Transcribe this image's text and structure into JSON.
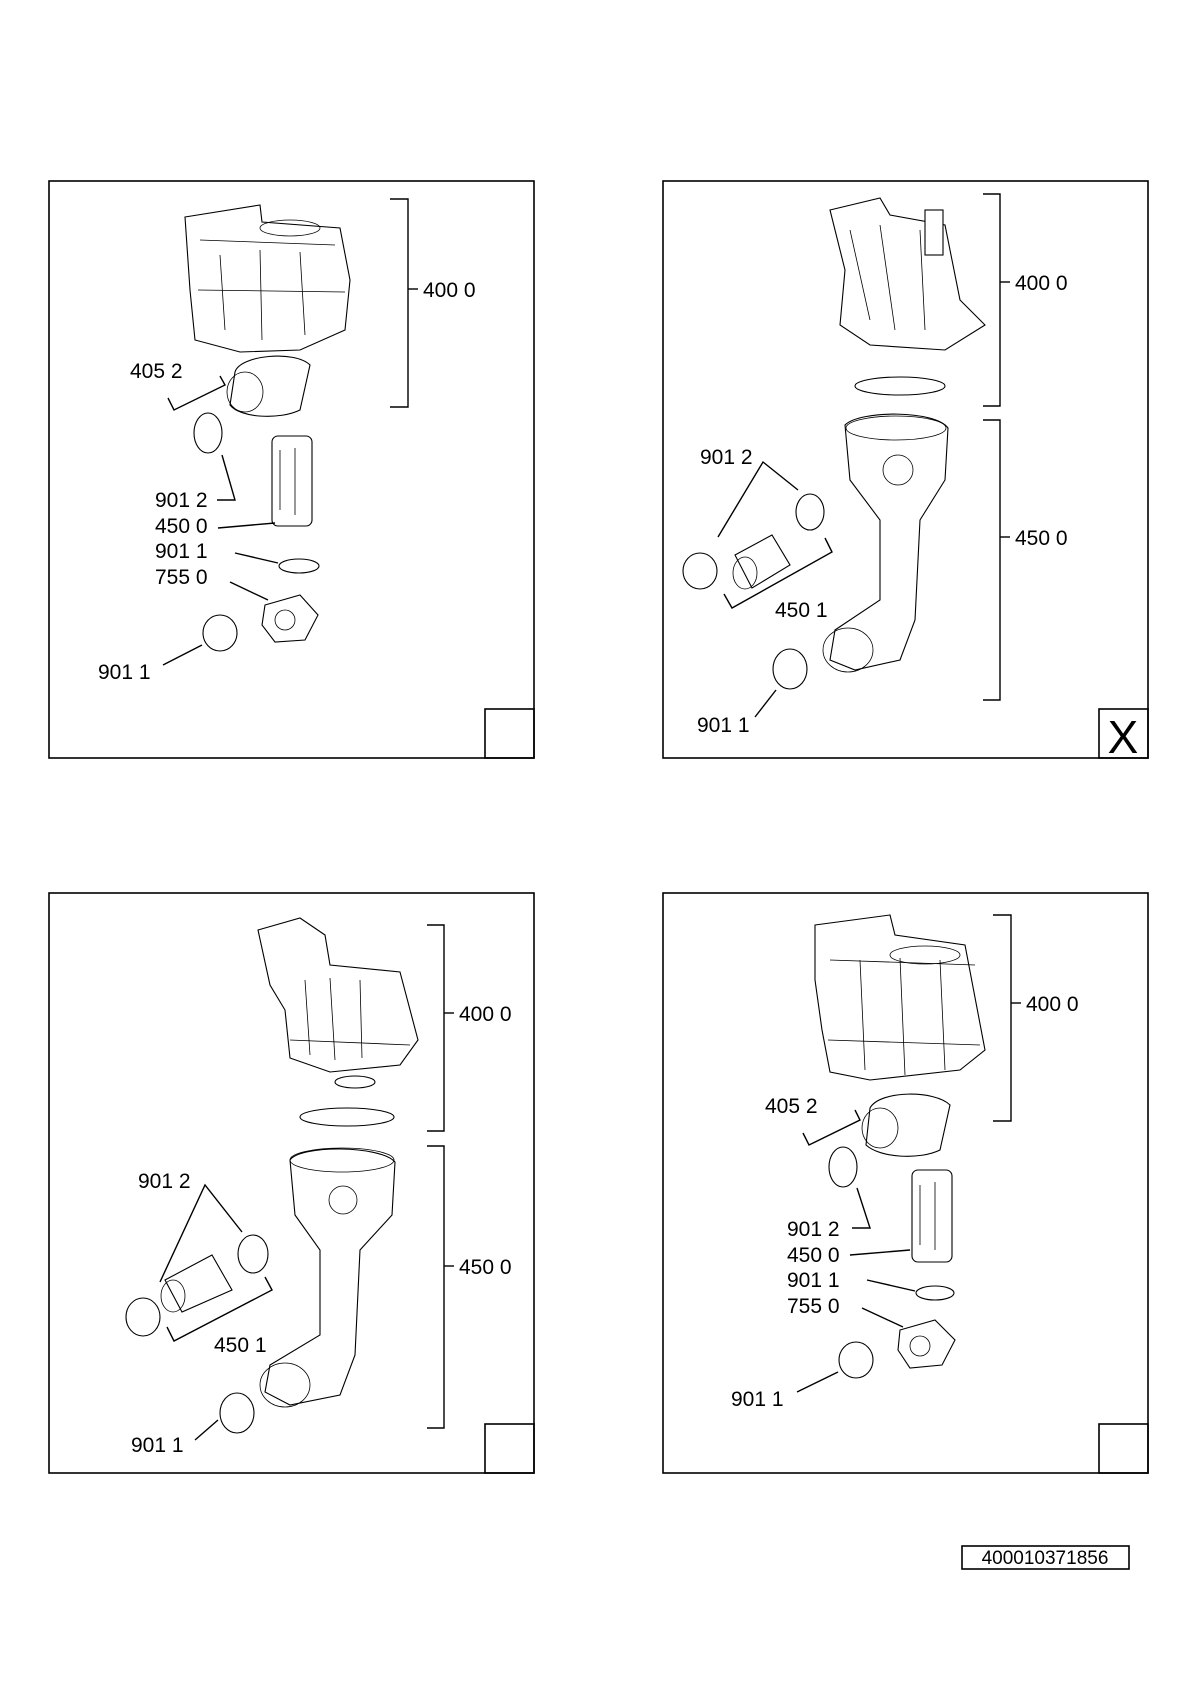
{
  "panels": [
    {
      "id": "top-left",
      "labels": [
        "400 0",
        "405 2",
        "901 2",
        "450 0",
        "901 1",
        "755 0",
        "901 1"
      ],
      "corner_mark": ""
    },
    {
      "id": "top-right",
      "labels": [
        "400 0",
        "450 0",
        "901 2",
        "450 1",
        "901 1"
      ],
      "corner_mark": "X"
    },
    {
      "id": "bottom-left",
      "labels": [
        "400 0",
        "450 0",
        "901 2",
        "450 1",
        "901 1"
      ],
      "corner_mark": ""
    },
    {
      "id": "bottom-right",
      "labels": [
        "400 0",
        "405 2",
        "901 2",
        "450 0",
        "901 1",
        "755 0",
        "901 1"
      ],
      "corner_mark": ""
    }
  ],
  "document_code": "400010371856"
}
